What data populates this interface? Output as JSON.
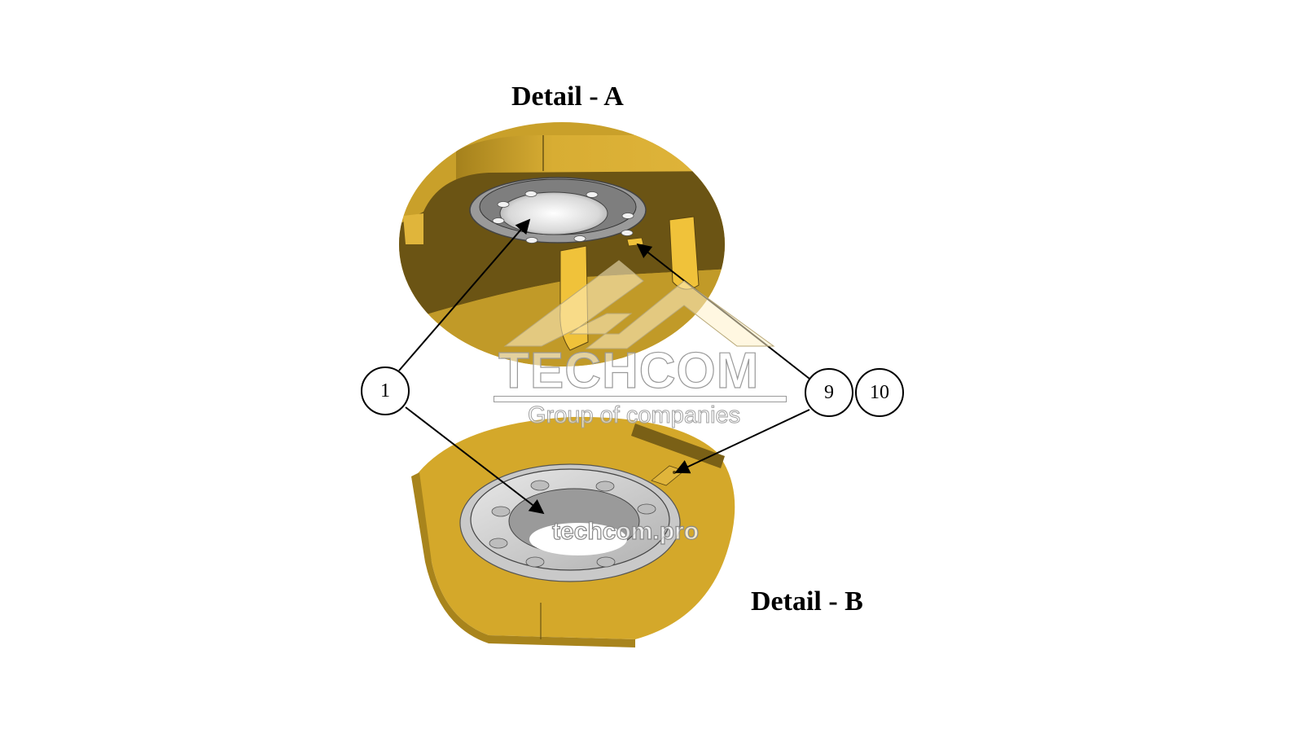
{
  "figure": {
    "detail_a": {
      "title": "Detail - A"
    },
    "detail_b": {
      "title": "Detail - B"
    },
    "callouts": [
      {
        "id": "1",
        "label": "1"
      },
      {
        "id": "9",
        "label": "9"
      },
      {
        "id": "10",
        "label": "10"
      }
    ],
    "colors": {
      "body_yellow": "#d4a82a",
      "body_yellow_light": "#e2b83a",
      "body_shadow": "#6b5414",
      "bearing_grey": "#b8b8b8",
      "background": "#ffffff"
    }
  },
  "watermark": {
    "brand": "TECHCOM",
    "tagline": "Group of companies",
    "url": "techcom.pro",
    "logo_icon": "mountain-logo-icon"
  }
}
